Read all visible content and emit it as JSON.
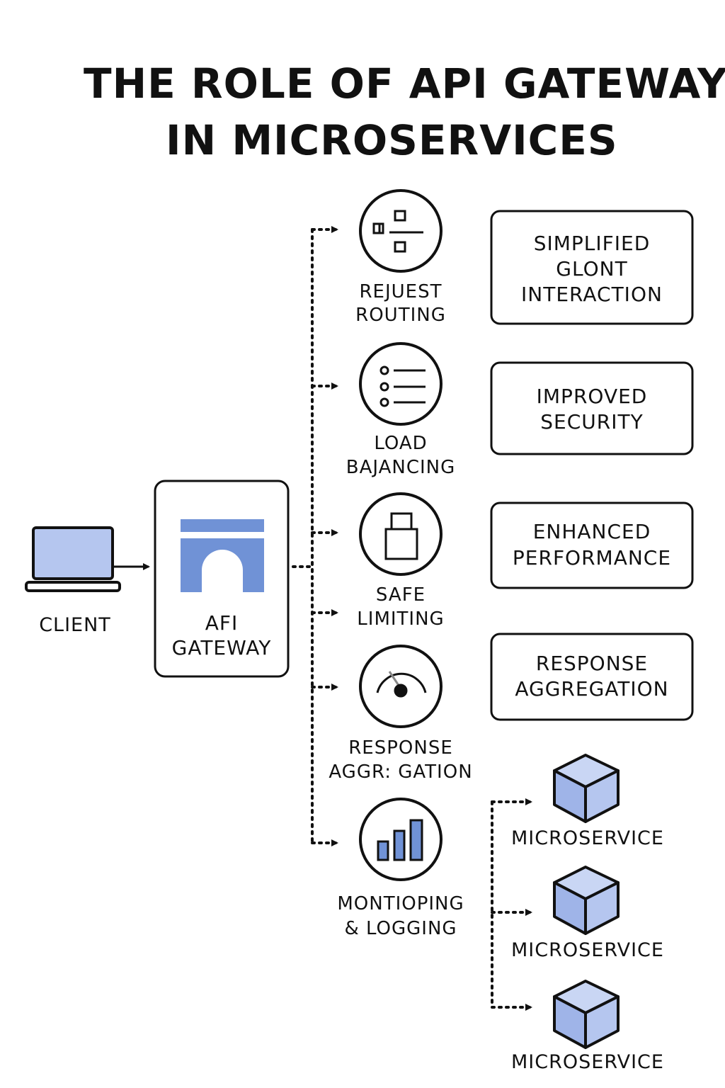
{
  "title": {
    "line1": "THE ROLE OF API GATEWAYS",
    "line2": "IN MICROSERVICES"
  },
  "client": {
    "label": "CLIENT",
    "icon": "laptop-icon"
  },
  "gateway": {
    "line1": "AFI",
    "line2": "GATEWAY",
    "icon": "arch-icon"
  },
  "functions": [
    {
      "line1": "REJUEST",
      "line2": "ROUTING",
      "icon": "routing-icon"
    },
    {
      "line1": "LOAD",
      "line2": "BAJANCING",
      "icon": "list-icon"
    },
    {
      "line1": "SAFE",
      "line2": "LIMITING",
      "icon": "lock-icon"
    },
    {
      "line1": "RESPONSE",
      "line2": "AGGR: GATION",
      "icon": "gauge-icon"
    },
    {
      "line1": "MONTIOPING",
      "line2": "& LOGGING",
      "icon": "bar-chart-icon"
    }
  ],
  "benefits": [
    {
      "lines": [
        "SIMPLIFIED",
        "GLONT",
        "INTERACTION"
      ]
    },
    {
      "lines": [
        "IMPROVED",
        "SECURITY"
      ]
    },
    {
      "lines": [
        "ENHANCED",
        "PERFORMANCE"
      ]
    },
    {
      "lines": [
        "RESPONSE",
        "AGGREGATION"
      ]
    }
  ],
  "microservices": [
    {
      "label": "MICROSERVICE",
      "icon": "cube-icon"
    },
    {
      "label": "MICROSERVICE",
      "icon": "cube-icon"
    },
    {
      "label": "MICROSERVICE",
      "icon": "cube-icon"
    }
  ],
  "colors": {
    "accent": "#7092d6",
    "accent_light": "#b5c6ef",
    "stroke": "#111111"
  }
}
